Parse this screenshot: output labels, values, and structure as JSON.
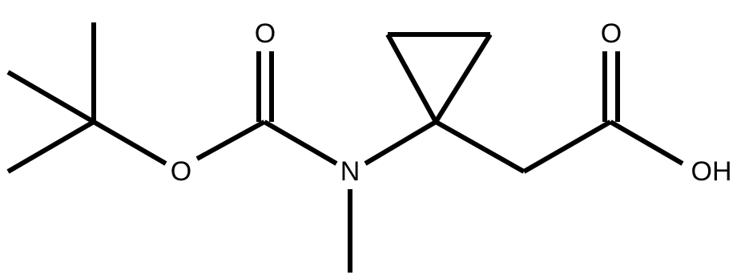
{
  "structure": {
    "atoms": [
      {
        "id": "o-ester",
        "label": "O"
      },
      {
        "id": "o-carbonyl-boc",
        "label": "O"
      },
      {
        "id": "n-amide",
        "label": "N"
      },
      {
        "id": "o-carbonyl-acid",
        "label": "O"
      },
      {
        "id": "o-hydroxyl",
        "label": "OH"
      }
    ]
  },
  "colors": {
    "bond": "#000000",
    "background": "#ffffff"
  }
}
